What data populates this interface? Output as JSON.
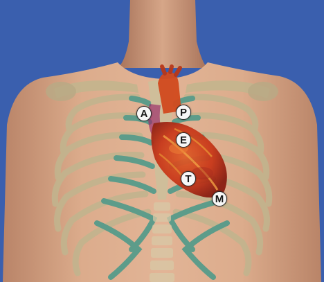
{
  "markers": {
    "aortic": "A",
    "pulmonic": "P",
    "erbs_point": "E",
    "tricuspid": "T",
    "mitral": "M"
  },
  "colors": {
    "background": "#3a5fae",
    "skin": "#d9a888",
    "bone": "#c2b48e",
    "cartilage": "#4f9a8a",
    "heart": "#c8381a"
  }
}
